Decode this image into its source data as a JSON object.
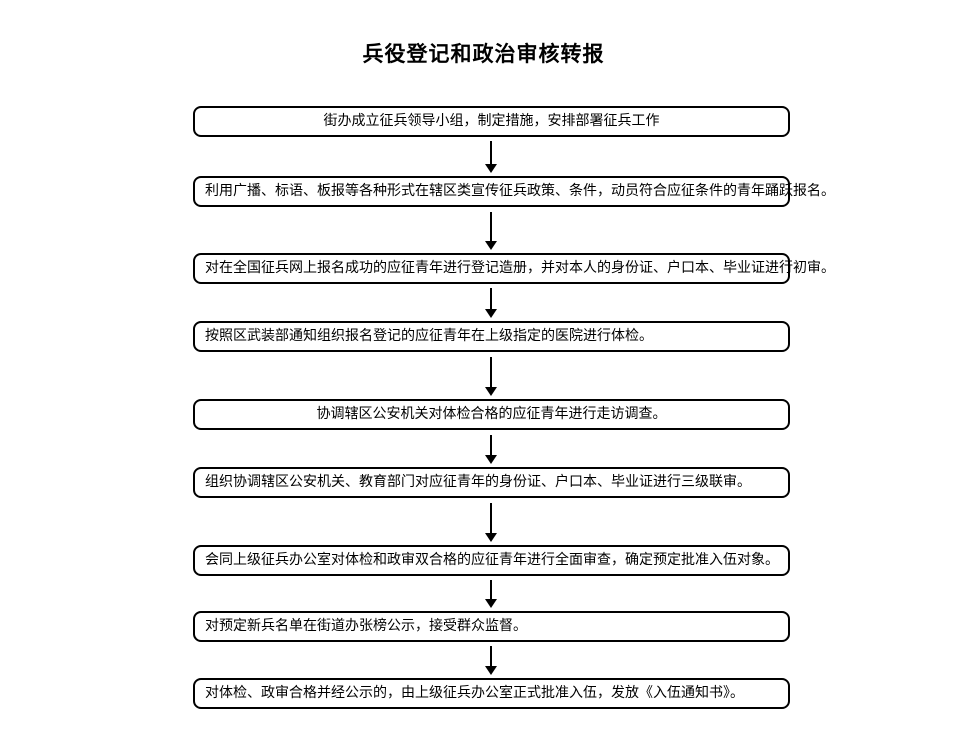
{
  "flowchart": {
    "title": "兵役登记和政治审核转报",
    "colors": {
      "background": "#ffffff",
      "box_border": "#000000",
      "text": "#000000",
      "arrow": "#000000"
    },
    "arrow_icon": "down-arrow",
    "steps": [
      {
        "text": "街办成立征兵领导小组，制定措施，安排部署征兵工作"
      },
      {
        "text": "利用广播、标语、板报等各种形式在辖区类宣传征兵政策、条件，动员符合应征条件的青年踊跃报名。"
      },
      {
        "text": "对在全国征兵网上报名成功的应征青年进行登记造册，并对本人的身份证、户口本、毕业证进行初审。"
      },
      {
        "text": "按照区武装部通知组织报名登记的应征青年在上级指定的医院进行体检。"
      },
      {
        "text": "协调辖区公安机关对体检合格的应征青年进行走访调查。"
      },
      {
        "text": "组织协调辖区公安机关、教育部门对应征青年的身份证、户口本、毕业证进行三级联审。"
      },
      {
        "text": "会同上级征兵办公室对体检和政审双合格的应征青年进行全面审查，确定预定批准入伍对象。"
      },
      {
        "text": "对预定新兵名单在街道办张榜公示，接受群众监督。"
      },
      {
        "text": "对体检、政审合格并经公示的，由上级征兵办公室正式批准入伍，发放《入伍通知书》。"
      }
    ]
  }
}
